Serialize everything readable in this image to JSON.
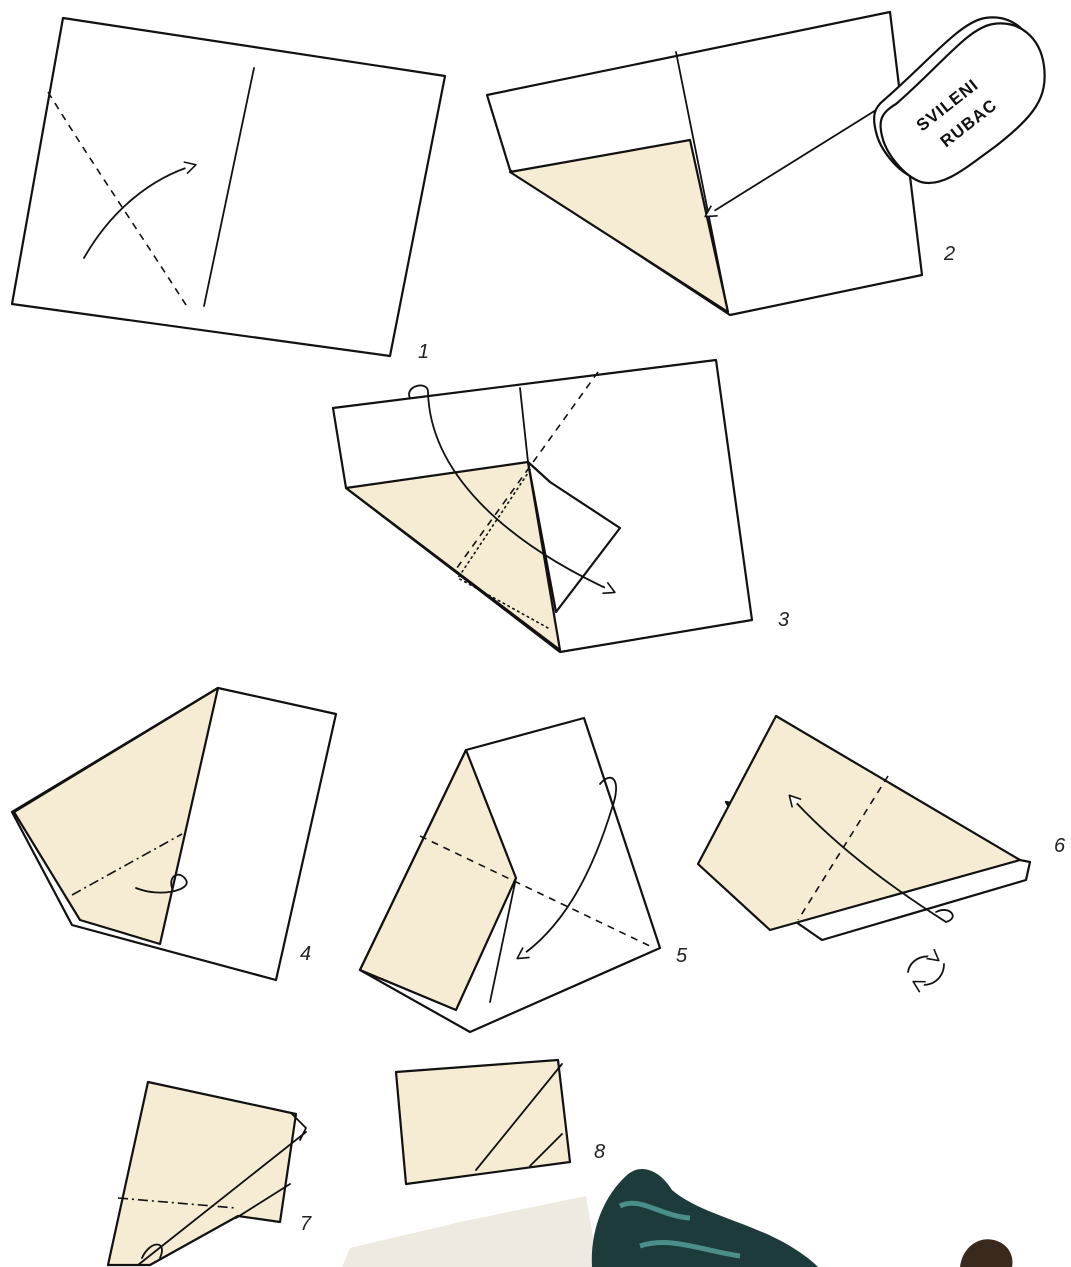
{
  "colors": {
    "paper_front": "#ffffff",
    "paper_back": "#f6ecd3",
    "ink": "#111111"
  },
  "steps": [
    {
      "number": "1"
    },
    {
      "number": "2",
      "tag_line1": "SVILENI",
      "tag_line2": "RUBAC"
    },
    {
      "number": "3"
    },
    {
      "number": "4"
    },
    {
      "number": "5"
    },
    {
      "number": "6"
    },
    {
      "number": "7"
    },
    {
      "number": "8"
    }
  ]
}
